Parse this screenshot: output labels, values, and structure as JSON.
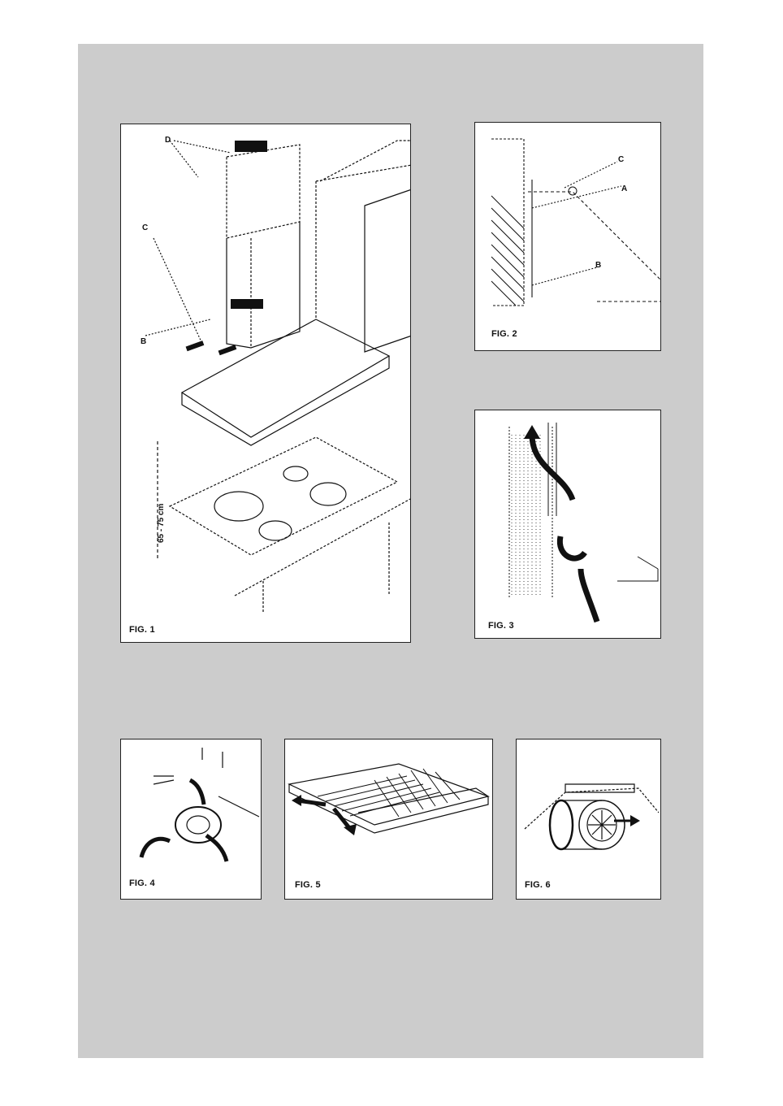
{
  "figures": {
    "fig1": {
      "caption": "FIG. 1",
      "labels": {
        "D": "D",
        "C": "C",
        "B": "B",
        "dimension": "65 - 75 cm"
      }
    },
    "fig2": {
      "caption": "FIG. 2",
      "labels": {
        "C": "C",
        "A": "A",
        "B": "B"
      }
    },
    "fig3": {
      "caption": "FIG. 3"
    },
    "fig4": {
      "caption": "FIG. 4"
    },
    "fig5": {
      "caption": "FIG. 5"
    },
    "fig6": {
      "caption": "FIG. 6"
    }
  },
  "colors": {
    "background": "#cccccc",
    "panel": "#ffffff",
    "ink": "#111111"
  }
}
